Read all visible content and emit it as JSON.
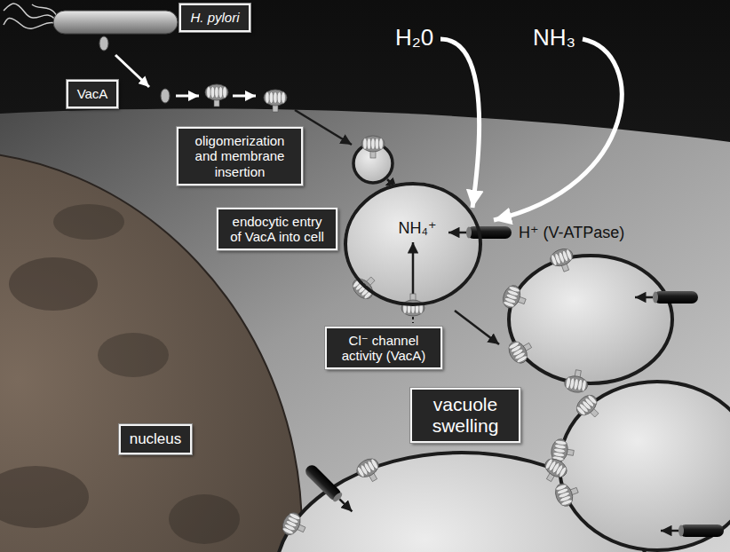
{
  "diagram": {
    "nodes": [
      {
        "text": [
          "H. pylori"
        ]
      },
      {
        "text": [
          "VacA"
        ]
      },
      {
        "text": [
          "oligomerization and membrane insertion"
        ]
      },
      {
        "text": [
          "endocytic entry of VacA into cell"
        ]
      },
      {
        "text": [
          "NH₄⁺"
        ]
      },
      {
        "text": [
          "Cl⁻ channel activity (VacA)"
        ]
      },
      {
        "text": [
          "vacuole swelling"
        ]
      },
      {
        "text": [
          "nucleus"
        ]
      }
    ],
    "labels": [
      "H₂0",
      "NH₃",
      "H⁺ (V-ATPase)"
    ]
  }
}
